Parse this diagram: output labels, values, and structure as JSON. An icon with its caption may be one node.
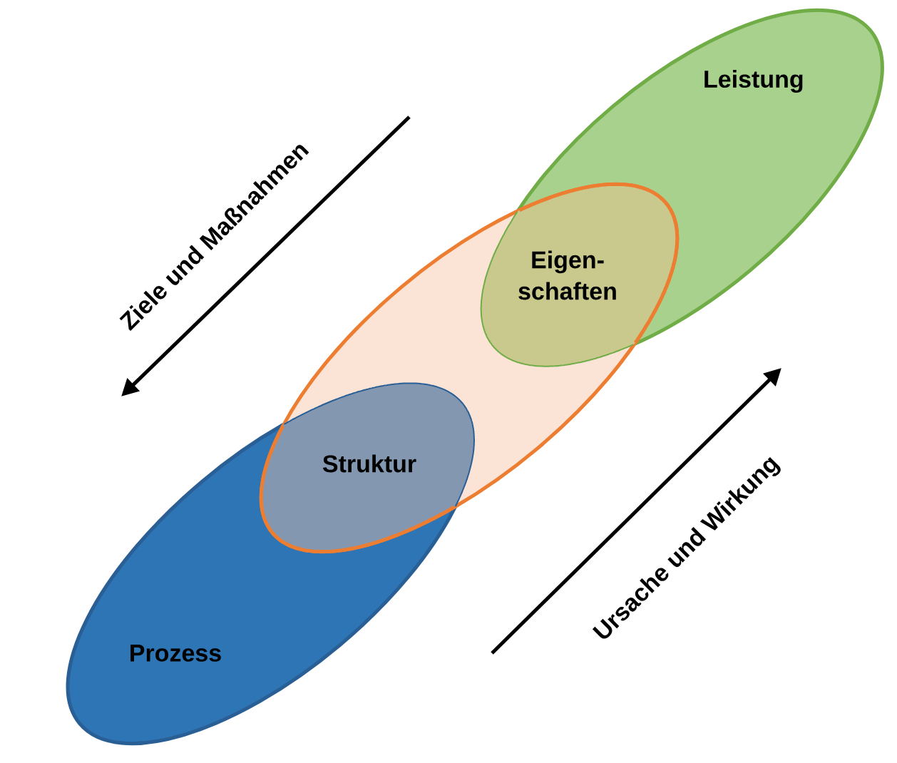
{
  "diagram": {
    "nodes": [
      {
        "text": [
          "Leistung"
        ]
      },
      {
        "text": [],
        "shape": "ellipse"
      },
      {
        "text": [
          "Prozess"
        ]
      },
      {
        "text": [
          "Eigen-schaften"
        ]
      },
      {
        "text": [
          "Struktur"
        ]
      }
    ],
    "labels": [
      "Ziele und Maßnahmen",
      "Ursache und Wirkung"
    ]
  }
}
